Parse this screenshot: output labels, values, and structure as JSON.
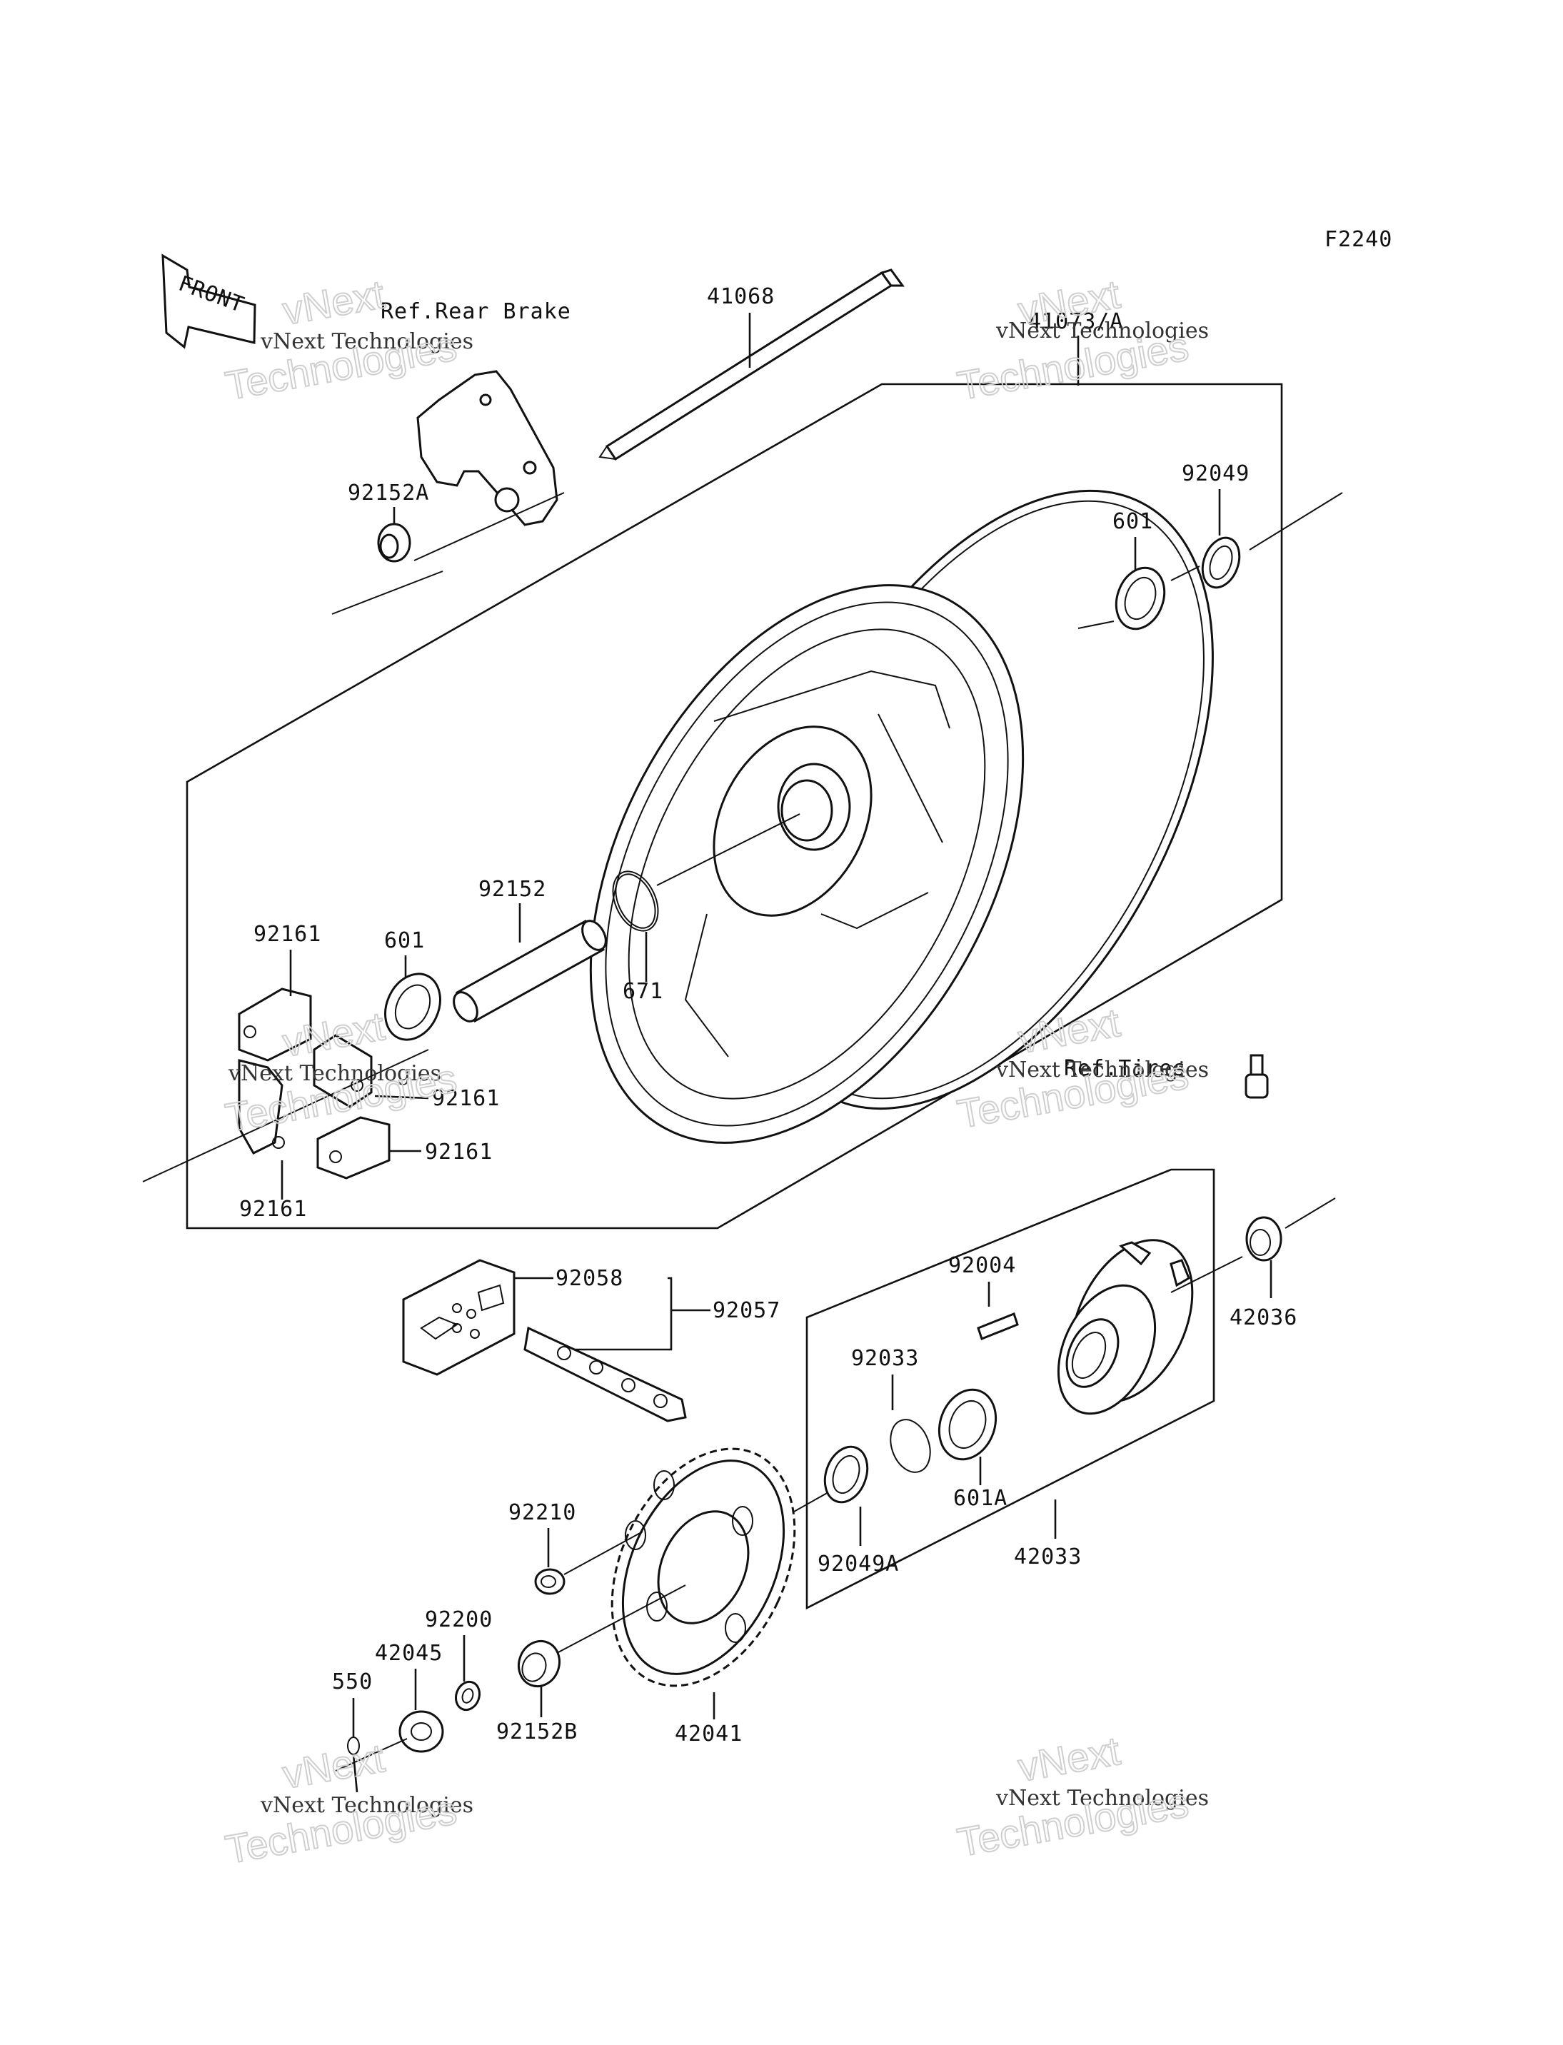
{
  "figure_code": "F2240",
  "front_label": "FRONT",
  "refs": {
    "rear_brake": "Ref.Rear Brake",
    "tires": "Ref.Tires"
  },
  "watermark": {
    "line1": "vNext Technologies",
    "big1": "vNext",
    "big2": "Technologies"
  },
  "parts": {
    "p41068": "41068",
    "p41073a": "41073/A",
    "p92049": "92049",
    "p601_top": "601",
    "p92152a": "92152A",
    "p92152": "92152",
    "p601_left": "601",
    "p671": "671",
    "p92161_a": "92161",
    "p92161_b": "92161",
    "p92161_c": "92161",
    "p92161_d": "92161",
    "p92058": "92058",
    "p92057": "92057",
    "p92004": "92004",
    "p42036": "42036",
    "p92033": "92033",
    "p601a": "601A",
    "p42033": "42033",
    "p92049a": "92049A",
    "p92210": "92210",
    "p92200": "92200",
    "p42045": "42045",
    "p550": "550",
    "p92152b": "92152B",
    "p42041": "42041"
  },
  "colors": {
    "ink": "#111111",
    "watermark": "#cfcfcf",
    "background": "#ffffff"
  }
}
